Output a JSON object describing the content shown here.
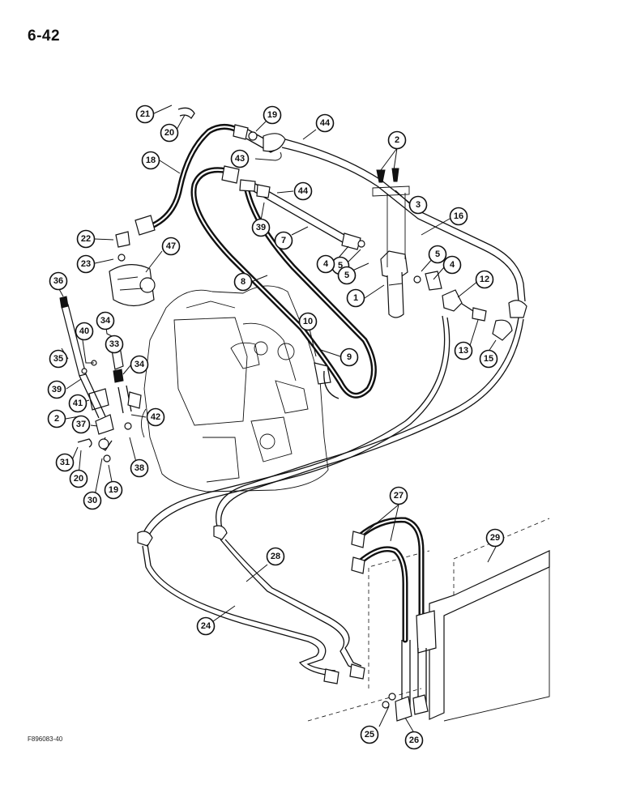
{
  "page": {
    "number": "6-42",
    "figure_code": "F896083-40"
  },
  "callouts": [
    {
      "id": "21",
      "label": "21"
    },
    {
      "id": "20a",
      "label": "20"
    },
    {
      "id": "19a",
      "label": "19"
    },
    {
      "id": "44a",
      "label": "44"
    },
    {
      "id": "18",
      "label": "18"
    },
    {
      "id": "43",
      "label": "43"
    },
    {
      "id": "44b",
      "label": "44"
    },
    {
      "id": "2a",
      "label": "2"
    },
    {
      "id": "3",
      "label": "3"
    },
    {
      "id": "39a",
      "label": "39"
    },
    {
      "id": "16",
      "label": "16"
    },
    {
      "id": "7",
      "label": "7"
    },
    {
      "id": "22",
      "label": "22"
    },
    {
      "id": "47",
      "label": "47"
    },
    {
      "id": "23",
      "label": "23"
    },
    {
      "id": "5a",
      "label": "5"
    },
    {
      "id": "4a",
      "label": "4"
    },
    {
      "id": "5b",
      "label": "5"
    },
    {
      "id": "5c",
      "label": "5"
    },
    {
      "id": "4b",
      "label": "4"
    },
    {
      "id": "8",
      "label": "8"
    },
    {
      "id": "36",
      "label": "36"
    },
    {
      "id": "12",
      "label": "12"
    },
    {
      "id": "1",
      "label": "1"
    },
    {
      "id": "10",
      "label": "10"
    },
    {
      "id": "40",
      "label": "40"
    },
    {
      "id": "34a",
      "label": "34"
    },
    {
      "id": "9",
      "label": "9"
    },
    {
      "id": "13",
      "label": "13"
    },
    {
      "id": "15",
      "label": "15"
    },
    {
      "id": "33",
      "label": "33"
    },
    {
      "id": "35",
      "label": "35"
    },
    {
      "id": "34b",
      "label": "34"
    },
    {
      "id": "39b",
      "label": "39"
    },
    {
      "id": "41",
      "label": "41"
    },
    {
      "id": "2b",
      "label": "2"
    },
    {
      "id": "42",
      "label": "42"
    },
    {
      "id": "37",
      "label": "37"
    },
    {
      "id": "38",
      "label": "38"
    },
    {
      "id": "31",
      "label": "31"
    },
    {
      "id": "20b",
      "label": "20"
    },
    {
      "id": "30",
      "label": "30"
    },
    {
      "id": "19b",
      "label": "19"
    },
    {
      "id": "27",
      "label": "27"
    },
    {
      "id": "29",
      "label": "29"
    },
    {
      "id": "28",
      "label": "28"
    },
    {
      "id": "24",
      "label": "24"
    },
    {
      "id": "25",
      "label": "25"
    },
    {
      "id": "26",
      "label": "26"
    }
  ]
}
